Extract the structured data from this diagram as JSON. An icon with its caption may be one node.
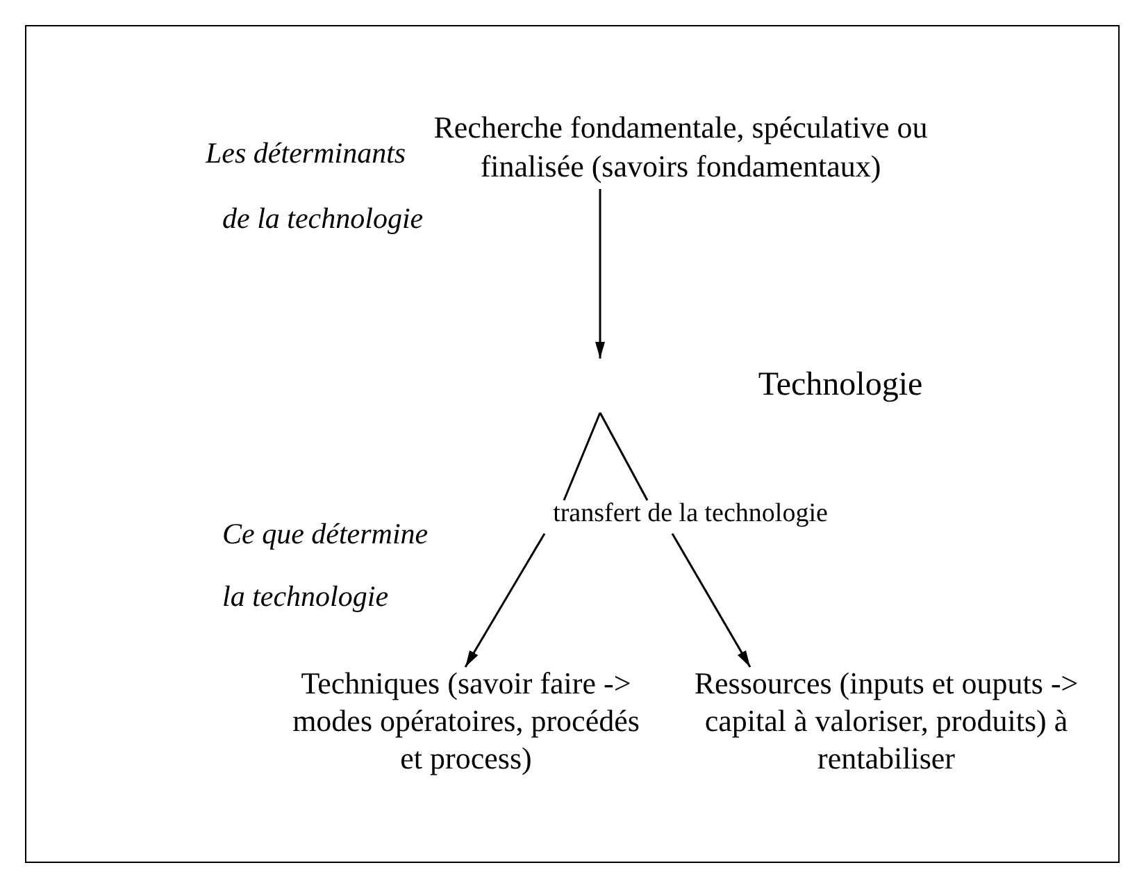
{
  "diagram": {
    "nodes": [
      {
        "text": [
          "Recherche fondamentale, spéculative ou finalisée (savoirs fondamentaux)"
        ]
      },
      {
        "text": [
          "Technologie"
        ]
      },
      {
        "text": [
          "transfert de la technologie"
        ]
      },
      {
        "text": [
          "Techniques (savoir faire -> modes opératoires, procédés et process)"
        ]
      },
      {
        "text": [
          "Ressources (inputs et ouputs -> capital à valoriser, produits) à rentabiliser"
        ]
      }
    ],
    "edges": [
      {
        "from": 0,
        "to": null,
        "arrow": "to"
      },
      {
        "from": null,
        "to": 2,
        "arrow": "none"
      },
      {
        "from": null,
        "to": 2,
        "arrow": "none"
      },
      {
        "from": 2,
        "to": 3,
        "arrow": "to"
      },
      {
        "from": 2,
        "to": 4,
        "arrow": "to"
      }
    ],
    "labels": [
      "Les déterminants",
      "de la technologie",
      "Ce que détermine",
      "la technologie"
    ]
  }
}
